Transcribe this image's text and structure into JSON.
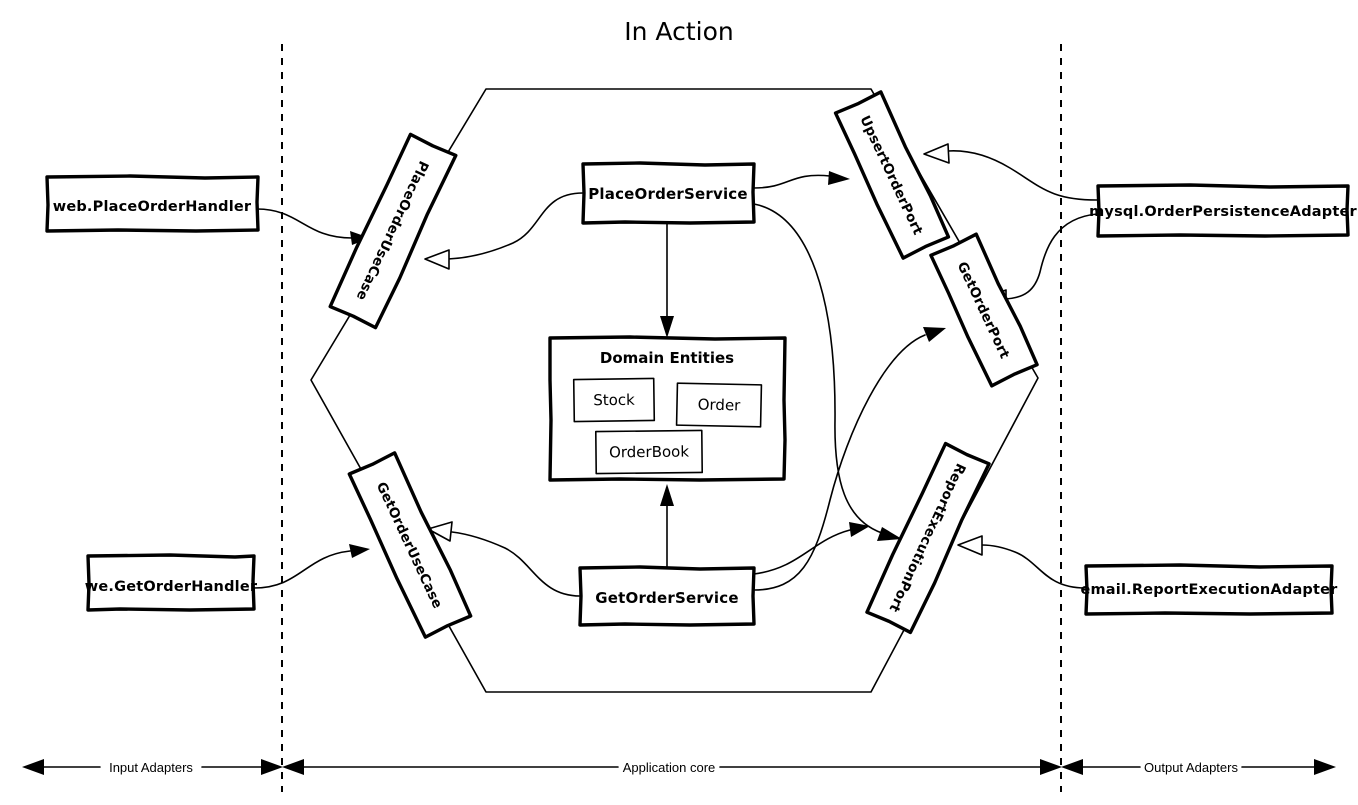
{
  "title": "In Action",
  "domain_entities": {
    "heading": "Domain Entities",
    "entities": [
      {
        "name": "Stock"
      },
      {
        "name": "Order"
      },
      {
        "name": "OrderBook"
      }
    ]
  },
  "services": [
    {
      "id": "place-order-service",
      "label": "PlaceOrderService"
    },
    {
      "id": "get-order-service",
      "label": "GetOrderService"
    }
  ],
  "input_ports": [
    {
      "id": "place-order-use-case",
      "label": "PlaceOrderUseCase"
    },
    {
      "id": "get-order-use-case",
      "label": "GetOrderUseCase"
    }
  ],
  "output_ports": [
    {
      "id": "upsert-order-port",
      "label": "UpsertOrderPort"
    },
    {
      "id": "get-order-port",
      "label": "GetOrderPort"
    },
    {
      "id": "report-execution-port",
      "label": "ReportExecutionPort"
    }
  ],
  "input_adapters": [
    {
      "id": "web-place-order-handler",
      "label": "web.PlaceOrderHandler"
    },
    {
      "id": "we-get-order-handler",
      "label": "we.GetOrderHandler"
    }
  ],
  "output_adapters": [
    {
      "id": "mysql-order-persistence-adapter",
      "label": "mysql.OrderPersistenceAdapter"
    },
    {
      "id": "email-report-execution-adapter",
      "label": "email.ReportExecutionAdapter"
    }
  ],
  "zones": [
    {
      "id": "input-adapters",
      "label": "Input Adapters"
    },
    {
      "id": "application-core",
      "label": "Application core"
    },
    {
      "id": "output-adapters",
      "label": "Output Adapters"
    }
  ],
  "colors": {
    "stroke": "#000000",
    "background": "#ffffff",
    "fill": "#ffffff"
  }
}
